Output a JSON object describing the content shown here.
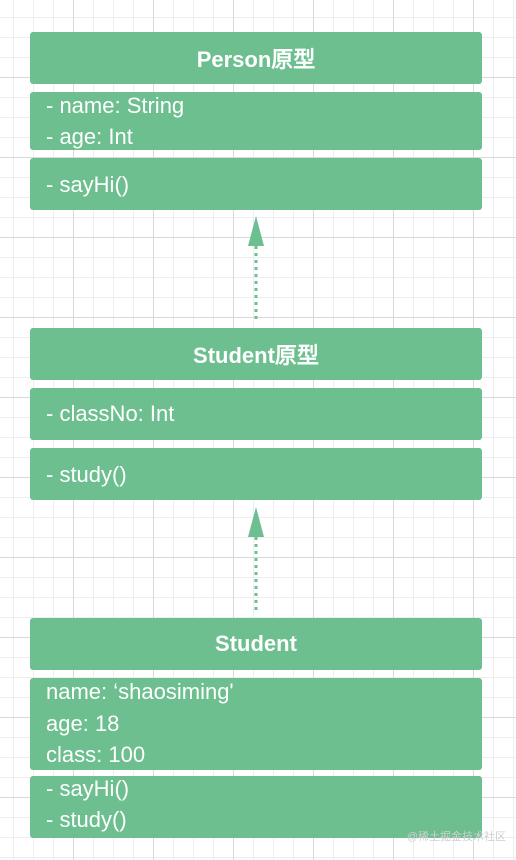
{
  "person_proto": {
    "title": "Person原型",
    "properties": [
      "- name: String",
      "- age: Int"
    ],
    "methods": [
      "- sayHi()"
    ]
  },
  "student_proto": {
    "title": "Student原型",
    "properties": [
      "- classNo: Int"
    ],
    "methods": [
      "- study()"
    ]
  },
  "student": {
    "title": "Student",
    "properties": [
      "name: ‘shaosiming'",
      "age: 18",
      "class: 100"
    ],
    "methods": [
      "- sayHi()",
      "- study()"
    ]
  },
  "watermark": "@稀土掘金技术社区",
  "colors": {
    "box": "#6dbf8f",
    "text": "#ffffff",
    "arrow": "#6dbf8f"
  }
}
